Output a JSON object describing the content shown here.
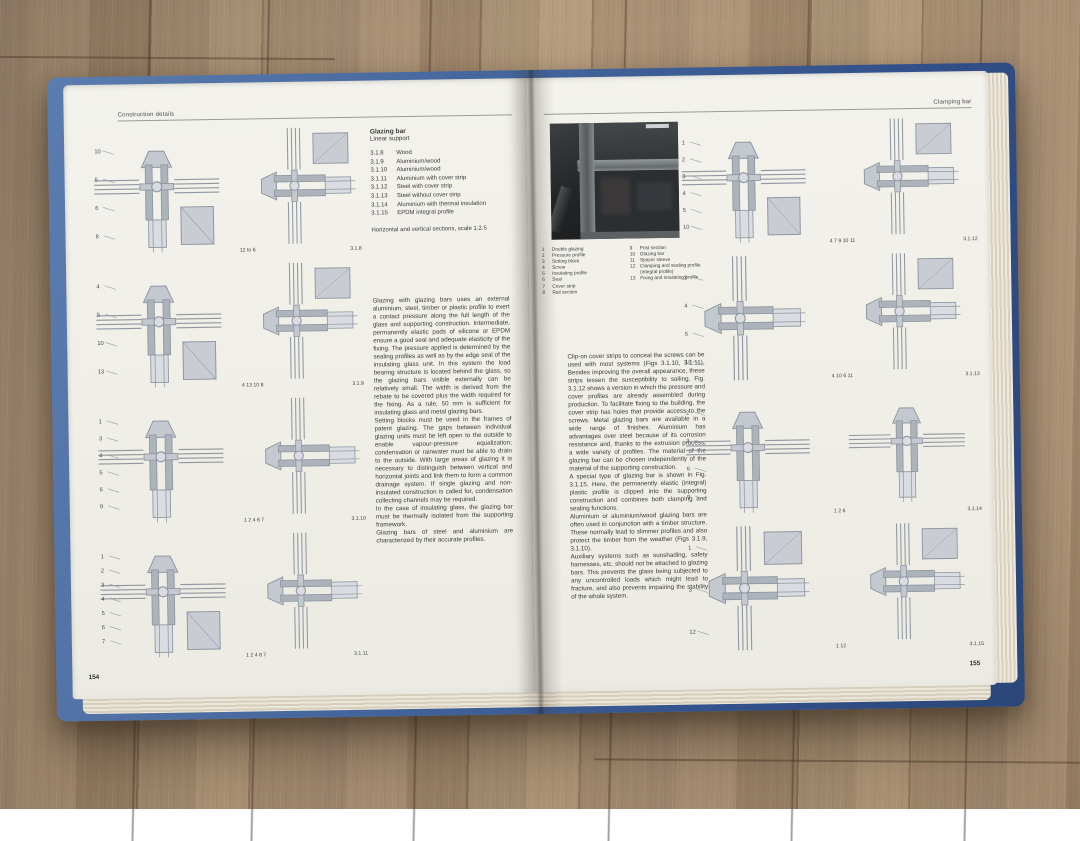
{
  "colors": {
    "cover_blue": "#42639a",
    "page": "#f1efe8",
    "table_wood": "#b29878",
    "diagram_line": "#8f97a1"
  },
  "left_page": {
    "running_head": "Construction details",
    "page_number": "154",
    "heading": "Glazing bar",
    "subheading": "Linear support",
    "figure_index": [
      {
        "num": "3.1.8",
        "label": "Wood"
      },
      {
        "num": "3.1.9",
        "label": "Aluminium/wood"
      },
      {
        "num": "3.1.10",
        "label": "Aluminium/wood"
      },
      {
        "num": "3.1.11",
        "label": "Aluminium with cover strip"
      },
      {
        "num": "3.1.12",
        "label": "Steel with cover strip"
      },
      {
        "num": "3.1.13",
        "label": "Steel without cover strip"
      },
      {
        "num": "3.1.14",
        "label": "Aluminium with thermal insulation"
      },
      {
        "num": "3.1.15",
        "label": "EPDM integral profile"
      }
    ],
    "index_note": "Horizontal and vertical sections, scale 1:2.5",
    "paragraphs": [
      "Glazing with glazing bars uses an external aluminium, steel, timber or plastic profile to exert a contact pressure along the full length of the glass and supporting construction. Intermediate, permanently elastic pads of silicone or EPDM ensure a good seal and adequate elasticity of the fixing. The pressure applied is determined by the sealing profiles as well as by the edge seal of the insulating glass unit. In this system the load bearing structure is located behind the glass, so the glazing bars visible externally can be relatively small. The width is derived from the rebate to be covered plus the width required for the fixing. As a rule, 50 mm is sufficient for insulating glass and metal glazing bars.",
      "Setting blocks must be used in the frames of patent glazing. The gaps between individual glazing units must be left open to the outside to enable vapour-pressure equalization; condensation or rainwater must be able to drain to the outside. With large areas of glazing it is necessary to distinguish between vertical and horizontal joints and link them to form a common drainage system. If single glazing and non-insulated construction is called for, condensation collecting channels may be required.",
      "In the case of insulating glass, the glazing bar must be thermally isolated from the supporting framework.",
      "Glazing bars of steel and aluminium are characterized by their accurate profiles."
    ],
    "col1_leaders": [
      "10 5 6 8",
      "4 5 10 13",
      "1 3 4 5 6 9",
      "1 2 3 4 5 6 7"
    ],
    "figures": [
      {
        "callouts": "12 to 6",
        "number": "3.1.8"
      },
      {
        "callouts": "4 13 10 8",
        "number": "3.1.9"
      },
      {
        "callouts": "1 2 4 6 7",
        "number": "3.1.10"
      },
      {
        "callouts": "1 2 4 8 7",
        "number": "3.1.11"
      }
    ]
  },
  "right_page": {
    "running_head": "Clamping bar",
    "page_number": "155",
    "legend_col1": [
      {
        "num": "1",
        "label": "Double glazing"
      },
      {
        "num": "2",
        "label": "Pressure profile"
      },
      {
        "num": "3",
        "label": "Setting block"
      },
      {
        "num": "4",
        "label": "Screw"
      },
      {
        "num": "5",
        "label": "Insulating profile"
      },
      {
        "num": "6",
        "label": "Seal"
      },
      {
        "num": "7",
        "label": "Cover strip"
      },
      {
        "num": "8",
        "label": "Rail section"
      }
    ],
    "legend_col2": [
      {
        "num": "9",
        "label": "Post section"
      },
      {
        "num": "10",
        "label": "Glazing bar"
      },
      {
        "num": "11",
        "label": "Spacer sleeve"
      },
      {
        "num": "12",
        "label": "Clamping and sealing profile (integral profile)"
      },
      {
        "num": "13",
        "label": "Fixing and insulating profile"
      }
    ],
    "paragraphs": [
      "Clip-on cover strips to conceal the screws can be used with most systems (Figs 3.1.10, 3.1.11). Besides improving the overall appearance, these strips lessen the susceptibility to soiling. Fig. 3.1.12 shows a version in which the pressure and cover profiles are already assembled during production. To facilitate fixing to the building, the cover strip has holes that provide access to the screws. Metal glazing bars are available in a wide range of finishes. Aluminium has advantages over steel because of its corrosion resistance and, thanks to the extrusion process, a wide variety of profiles. The material of the glazing bar can be chosen independently of the material of the supporting construction.",
      "A special type of glazing bar is shown in Fig. 3.1.15. Here, the permanently elastic (integral) plastic profile is clipped into the supporting construction and combines both clamping and sealing functions.",
      "Aluminium or aluminium/wood glazing bars are often used in conjunction with a timber structure. These normally lead to slimmer profiles and also protect the timber from the weather (Figs 3.1.9, 3.1.10).",
      "Auxiliary systems such as sunshading, safety harnesses, etc. should not be attached to glazing bars. This prevents the glass being subjected to any uncontrolled loads which might lead to fracture, and also prevents impairing the stability of the whole system."
    ],
    "mid_leaders": [
      "1 2 3 4 5 10",
      "3 4 5 10",
      "2 3 6 9",
      "1 3 12"
    ],
    "figures": [
      {
        "callouts": "4 7 9 10 11",
        "number": "3.1.12"
      },
      {
        "callouts": "4 10 6 11",
        "number": "3.1.13"
      },
      {
        "callouts": "1 2 6",
        "number": "3.1.14"
      },
      {
        "callouts": "1 12",
        "number": "3.1.15"
      }
    ]
  }
}
